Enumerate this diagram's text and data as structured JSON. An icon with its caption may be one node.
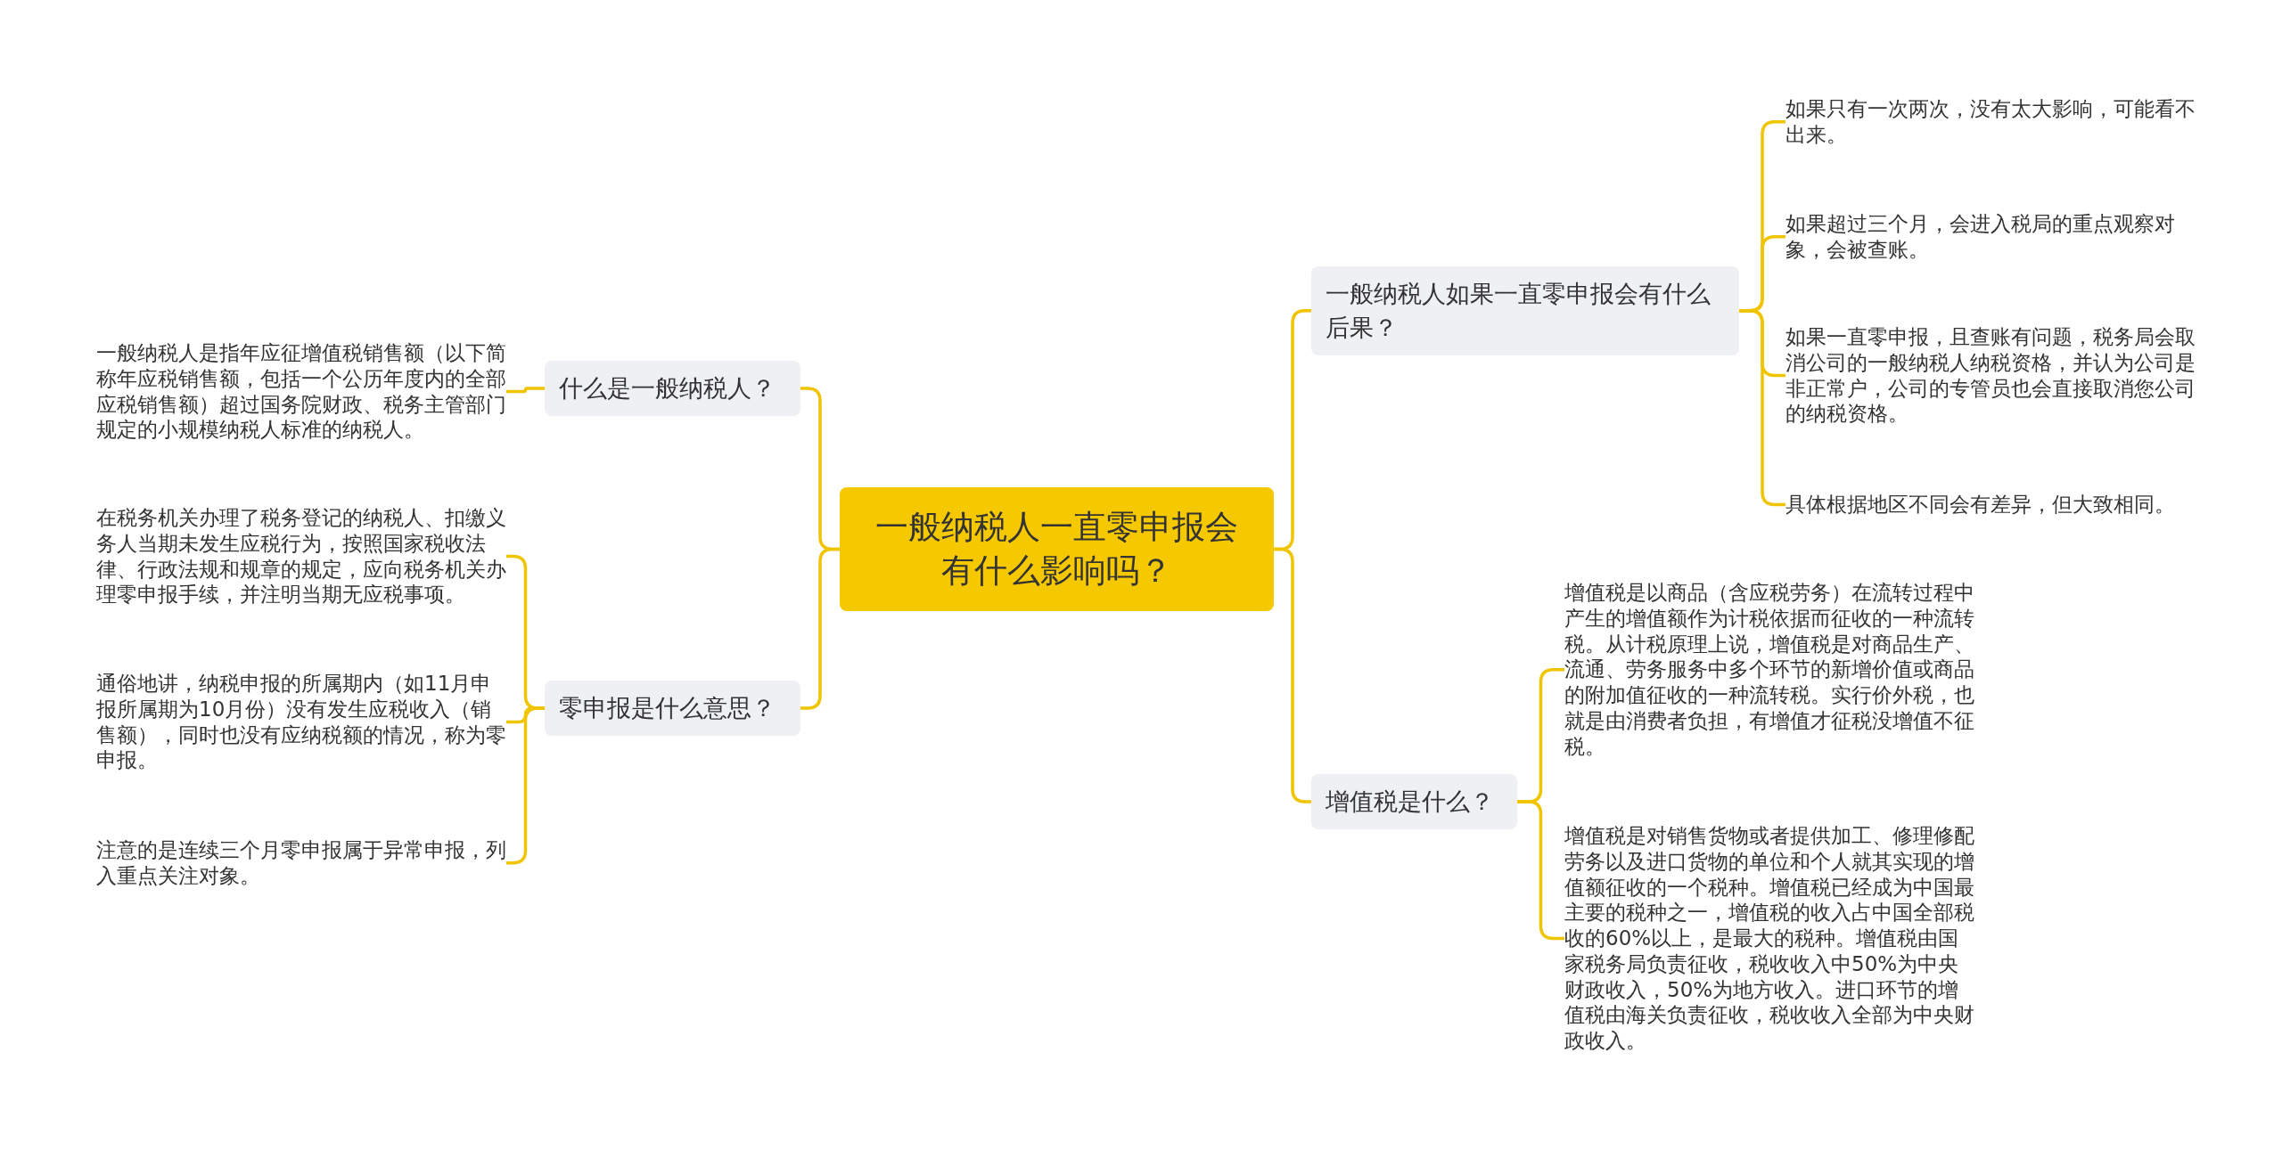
{
  "diagram": {
    "nodes": [
      {
        "text": [
          "一般纳税人一直零申报会有什么影响吗？"
        ]
      },
      {
        "text": [
          "什么是一般纳税人？"
        ]
      },
      {
        "text": [
          "一般纳税人是指年应征增值税销售额（以下简称年应税销售额，包括一个公历年度内的全部应税销售额）超过国务院财政、税务主管部门规定的小规模纳税人标准的纳税人。"
        ]
      },
      {
        "text": [
          "零申报是什么意思？"
        ]
      },
      {
        "text": [
          "在税务机关办理了税务登记的纳税人、扣缴义务人当期未发生应税行为，按照国家税收法律、行政法规和规章的规定，应向税务机关办理零申报手续，并注明当期无应税事项。"
        ]
      },
      {
        "text": [
          "通俗地讲，纳税申报的所属期内（如11月申报所属期为10月份）没有发生应税收入（销售额），同时也没有应纳税额的情况，称为零申报。"
        ]
      },
      {
        "text": [
          "注意的是连续三个月零申报属于异常申报，列入重点关注对象。"
        ]
      },
      {
        "text": [
          "一般纳税人如果一直零申报会有什么后果？"
        ]
      },
      {
        "text": [
          "如果只有一次两次，没有太大影响，可能看不出来。"
        ]
      },
      {
        "text": [
          "如果超过三个月，会进入税局的重点观察对象，会被查账。"
        ]
      },
      {
        "text": [
          "如果一直零申报，且查账有问题，税务局会取消公司的一般纳税人纳税资格，并认为公司是非正常户，公司的专管员也会直接取消您公司的纳税资格。"
        ]
      },
      {
        "text": [
          "具体根据地区不同会有差异，但大致相同。"
        ]
      },
      {
        "text": [
          "增值税是什么？"
        ]
      },
      {
        "text": [
          "增值税是以商品（含应税劳务）在流转过程中产生的增值额作为计税依据而征收的一种流转税。从计税原理上说，增值税是对商品生产、流通、劳务服务中多个环节的新增价值或商品的附加值征收的一种流转税。实行价外税，也就是由消费者负担，有增值才征税没增值不征税。"
        ]
      },
      {
        "text": [
          "增值税是对销售货物或者提供加工、修理修配劳务以及进口货物的单位和个人就其实现的增值额征收的一个税种。增值税已经成为中国最主要的税种之一，增值税的收入占中国全部税收的60%以上，是最大的税种。增值税由国家税务局负责征收，税收收入中50%为中央财政收入，50%为地方收入。进口环节的增值税由海关负责征收，税收收入全部为中央财政收入。"
        ]
      }
    ],
    "edges": [
      {
        "from": 0,
        "to": 1,
        "arrow": "none"
      },
      {
        "from": 1,
        "to": 2,
        "arrow": "none"
      },
      {
        "from": 0,
        "to": 3,
        "arrow": "none"
      },
      {
        "from": 3,
        "to": 4,
        "arrow": "none"
      },
      {
        "from": 3,
        "to": 5,
        "arrow": "none"
      },
      {
        "from": 3,
        "to": 6,
        "arrow": "none"
      },
      {
        "from": 0,
        "to": 7,
        "arrow": "none"
      },
      {
        "from": 7,
        "to": 8,
        "arrow": "none"
      },
      {
        "from": 7,
        "to": 9,
        "arrow": "none"
      },
      {
        "from": 7,
        "to": 10,
        "arrow": "none"
      },
      {
        "from": 7,
        "to": 11,
        "arrow": "none"
      },
      {
        "from": 0,
        "to": 12,
        "arrow": "none"
      },
      {
        "from": 12,
        "to": 13,
        "arrow": "none"
      },
      {
        "from": 12,
        "to": 14,
        "arrow": "none"
      }
    ]
  }
}
